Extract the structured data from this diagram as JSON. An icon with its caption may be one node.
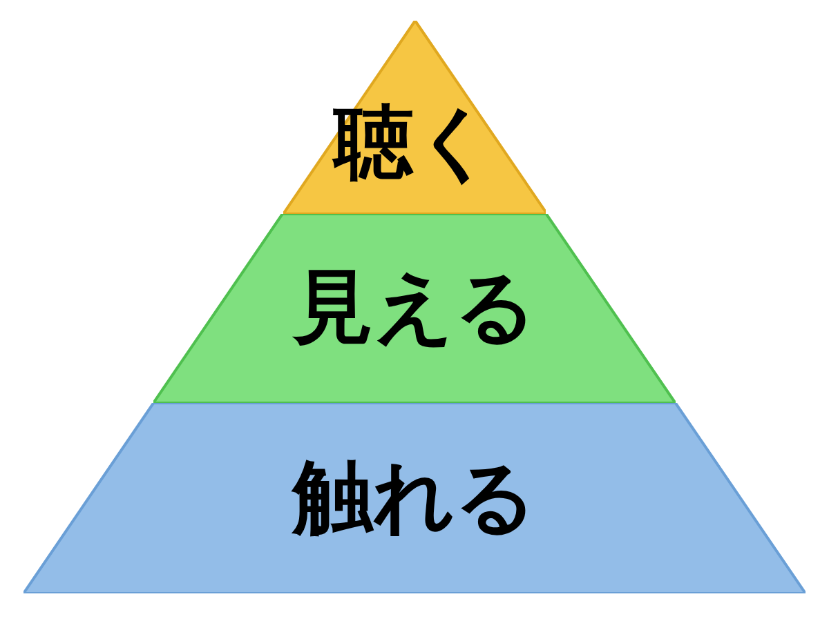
{
  "diagram": {
    "nodes": [
      {
        "text": [
          "聴く"
        ]
      },
      {
        "text": [
          "見える"
        ]
      },
      {
        "text": [
          "触れる"
        ]
      }
    ]
  }
}
